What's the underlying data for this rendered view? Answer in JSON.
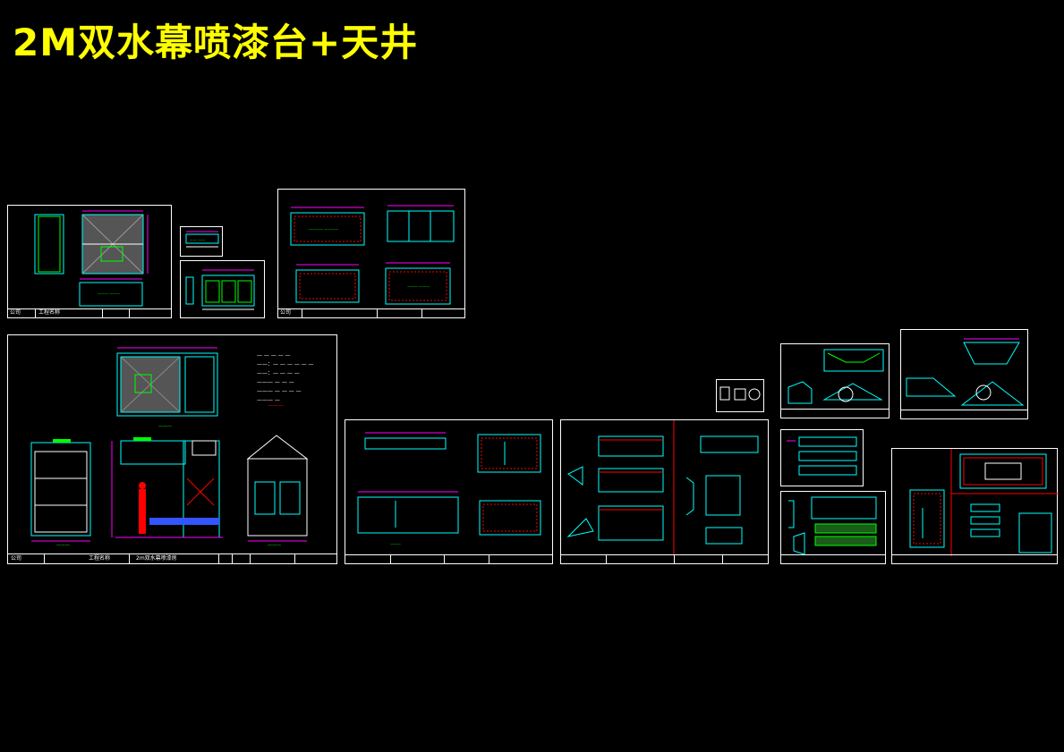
{
  "title": "2M双水幕喷漆台+天井",
  "colors": {
    "background": "#000000",
    "title": "#ffff00",
    "frame": "#ffffff",
    "dimension": "#ff00ff",
    "outline": "#00ffff",
    "note": "#00ff00",
    "highlight": "#ff0000"
  },
  "title_blocks": {
    "company": "公司",
    "project_label": "工程名称",
    "main_drawing_name": "2m双水幕喷漆房"
  }
}
